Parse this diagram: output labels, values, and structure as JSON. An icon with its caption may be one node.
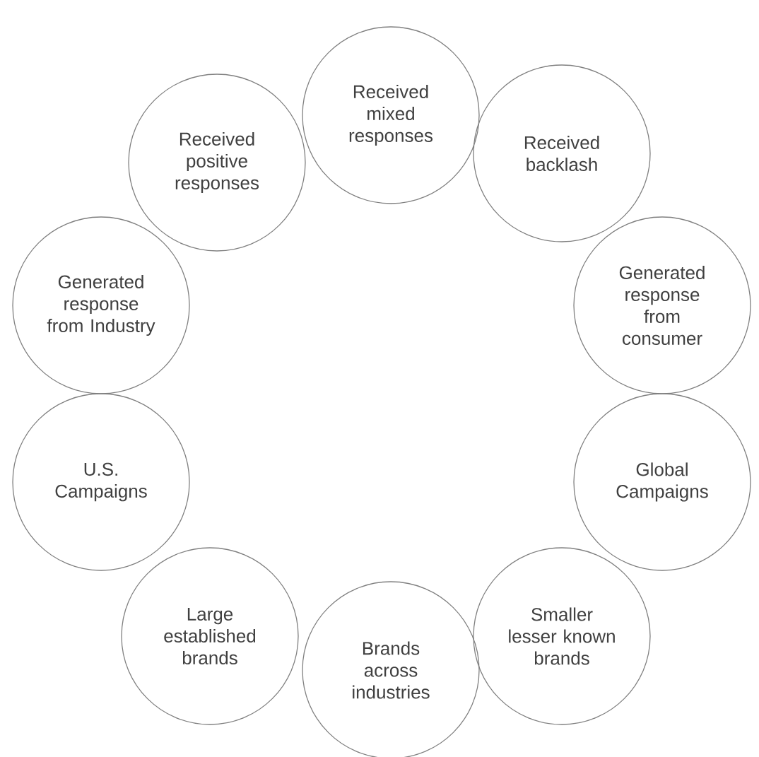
{
  "diagram": {
    "nodes": [
      {
        "text": [
          "Received mixed responses"
        ]
      },
      {
        "text": [
          "Received backlash"
        ]
      },
      {
        "text": [
          "Generated response from consumer"
        ]
      },
      {
        "text": [
          "Global Campaigns"
        ]
      },
      {
        "text": [
          "Smaller lesser known brands"
        ]
      },
      {
        "text": [
          "Brands across industries"
        ]
      },
      {
        "text": [
          "Large established brands"
        ]
      },
      {
        "text": [
          "U.S. Campaigns"
        ]
      },
      {
        "text": [
          "Generated response from Industry"
        ]
      },
      {
        "text": [
          "Received positive responses"
        ]
      }
    ]
  }
}
